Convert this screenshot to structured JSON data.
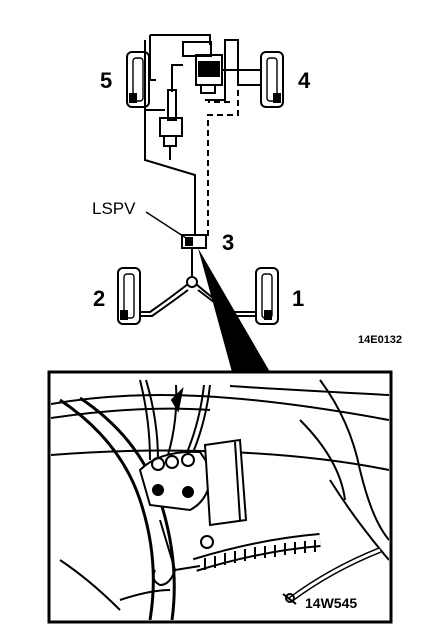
{
  "labels": {
    "lspv": "LSPV",
    "wheel_1": "1",
    "wheel_2": "2",
    "wheel_3": "3",
    "wheel_4": "4",
    "wheel_5": "5",
    "diagram_ref": "14E0132",
    "photo_ref": "14W545"
  },
  "colors": {
    "ink": "#000000",
    "paper": "#ffffff"
  }
}
